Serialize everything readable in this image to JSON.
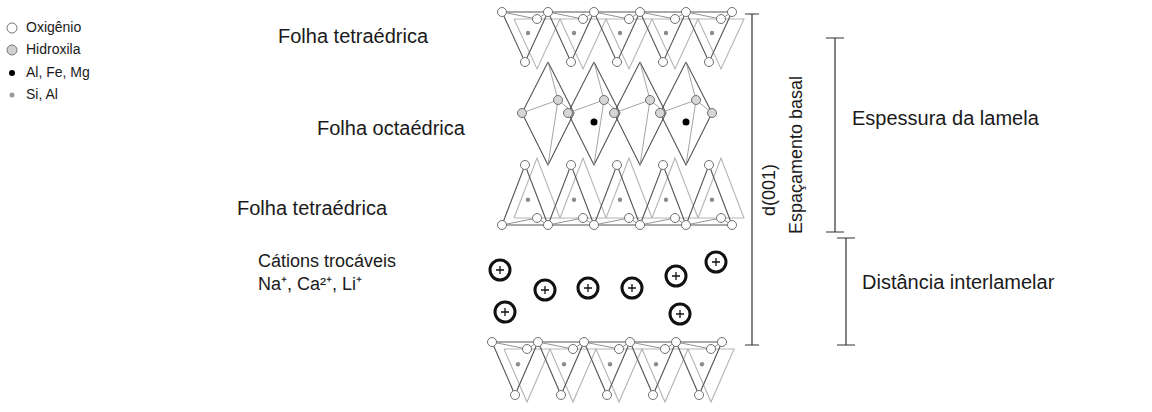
{
  "diagram": {
    "labels": [
      "Folha tetraédrica",
      "Folha octaédrica",
      "Folha tetraédrica",
      "Cátions trocáveis Na⁺, Ca²⁺, Li⁺",
      "d(001)",
      "Espaçamento basal",
      "Espessura da lamela",
      "Distância interlamelar"
    ],
    "legend": [
      {
        "text": "Oxigênio"
      },
      {
        "text": "Hidroxila"
      },
      {
        "text": "Al, Fe, Mg"
      },
      {
        "text": "Si, Al"
      }
    ]
  }
}
